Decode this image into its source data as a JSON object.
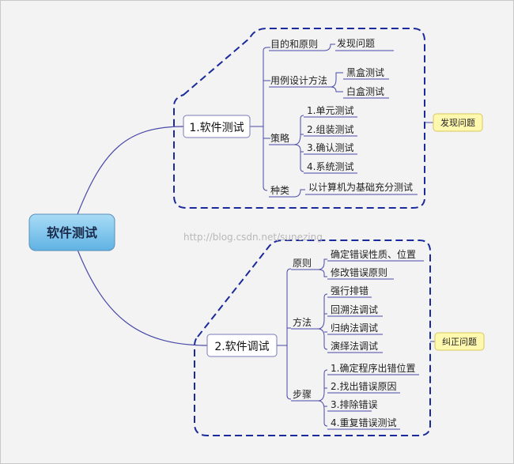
{
  "watermark": "http://blog.csdn.net/sunezing",
  "colors": {
    "background": "#f3f3f3",
    "connector": "#4a4aa8",
    "boundary": "#1a2a9a",
    "root_fill": "#7fc4ec",
    "callout_fill": "#fff9b0"
  },
  "mindmap": {
    "root": "软件测试",
    "branches": [
      {
        "label": "1.软件测试",
        "callout": "发现问题",
        "groups": [
          {
            "label": "目的和原则",
            "items": [
              "发现问题"
            ]
          },
          {
            "label": "用例设计方法",
            "items": [
              "黑盒测试",
              "白盒测试"
            ]
          },
          {
            "label": "策略",
            "items": [
              "1.单元测试",
              "2.组装测试",
              "3.确认测试",
              "4.系统测试"
            ]
          },
          {
            "label": "种类",
            "items": [
              "以计算机为基础充分测试"
            ]
          }
        ]
      },
      {
        "label": "2.软件调试",
        "callout": "纠正问题",
        "groups": [
          {
            "label": "原则",
            "items": [
              "确定错误性质、位置",
              "修改错误原则"
            ]
          },
          {
            "label": "方法",
            "items": [
              "强行排错",
              "回溯法调试",
              "归纳法调试",
              "演绎法调试"
            ]
          },
          {
            "label": "步骤",
            "items": [
              "1.确定程序出错位置",
              "2.找出错误原因",
              "3.排除错误",
              "4.重复错误测试"
            ]
          }
        ]
      }
    ]
  }
}
